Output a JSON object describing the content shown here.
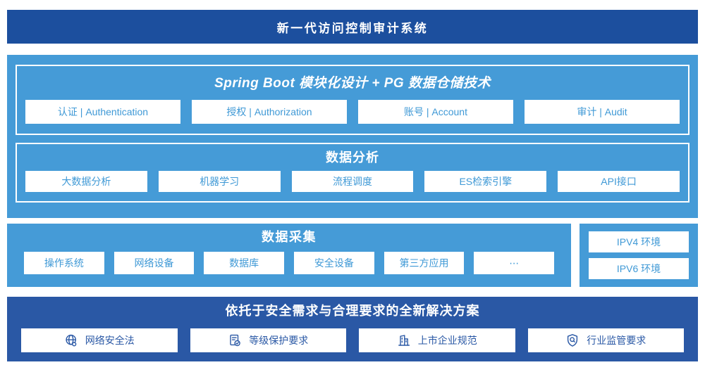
{
  "colors": {
    "top_banner_blue": "#1c4f9e",
    "solution_band_blue": "#2a58a5",
    "light_blue": "#459bd7",
    "box_text_blue": "#3f99d6"
  },
  "header": {
    "title": "新一代访问控制审计系统"
  },
  "platform": {
    "modules_panel": {
      "title": "Spring Boot 模块化设计 + PG 数据仓储技术",
      "items": [
        "认证 | Authentication",
        "授权 | Authorization",
        "账号 | Account",
        "审计 | Audit"
      ]
    },
    "analysis_panel": {
      "title": "数据分析",
      "items": [
        "大数据分析",
        "机器学习",
        "流程调度",
        "ES检索引擎",
        "API接口"
      ]
    }
  },
  "collection": {
    "title": "数据采集",
    "items": [
      "操作系统",
      "网络设备",
      "数据库",
      "安全设备",
      "第三方应用",
      "⋯"
    ]
  },
  "network_env": {
    "items": [
      "IPV4 环境",
      "IPV6 环境"
    ]
  },
  "solution": {
    "title": "依托于安全需求与合理要求的全新解决方案",
    "items": [
      {
        "icon": "globe-icon",
        "label": "网络安全法"
      },
      {
        "icon": "document-check-icon",
        "label": "等级保护要求"
      },
      {
        "icon": "building-icon",
        "label": "上市企业规范"
      },
      {
        "icon": "shield-magnifier-icon",
        "label": "行业监管要求"
      }
    ]
  }
}
